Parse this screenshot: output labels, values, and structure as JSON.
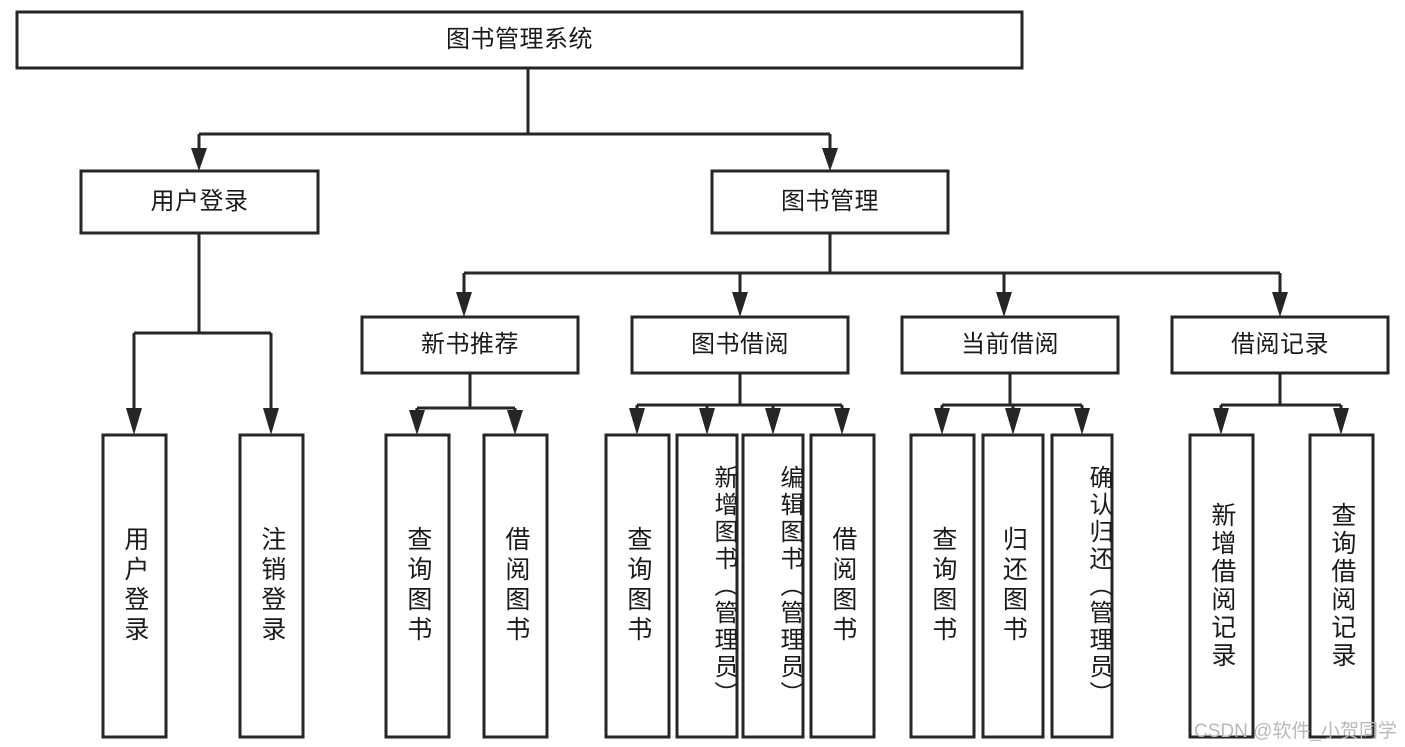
{
  "diagram": {
    "type": "tree-hierarchy-chart",
    "title": "图书管理系统",
    "colors": {
      "stroke": "#262626",
      "fill": "#ffffff",
      "text": "#1a1a1a",
      "watermark": "#b9b9b9"
    },
    "nodes": {
      "root": {
        "label": "图书管理系统"
      },
      "level2": [
        {
          "label": "用户登录"
        },
        {
          "label": "图书管理"
        }
      ],
      "level3": [
        {
          "label": "新书推荐"
        },
        {
          "label": "图书借阅"
        },
        {
          "label": "当前借阅"
        },
        {
          "label": "借阅记录"
        }
      ],
      "leaves_user_login": [
        {
          "label": "用户登录"
        },
        {
          "label": "注销登录"
        }
      ],
      "leaves_new_book": [
        {
          "label": "查询图书"
        },
        {
          "label": "借阅图书"
        }
      ],
      "leaves_borrow": [
        {
          "label": "查询图书"
        },
        {
          "label": "新增图书（管理员）"
        },
        {
          "label": "编辑图书（管理员）"
        },
        {
          "label": "借阅图书"
        }
      ],
      "leaves_current": [
        {
          "label": "查询图书"
        },
        {
          "label": "归还图书"
        },
        {
          "label": "确认归还（管理员）"
        }
      ],
      "leaves_records": [
        {
          "label": "新增借阅记录"
        },
        {
          "label": "查询借阅记录"
        }
      ]
    },
    "watermark": "CSDN @软件_小贺同学"
  }
}
